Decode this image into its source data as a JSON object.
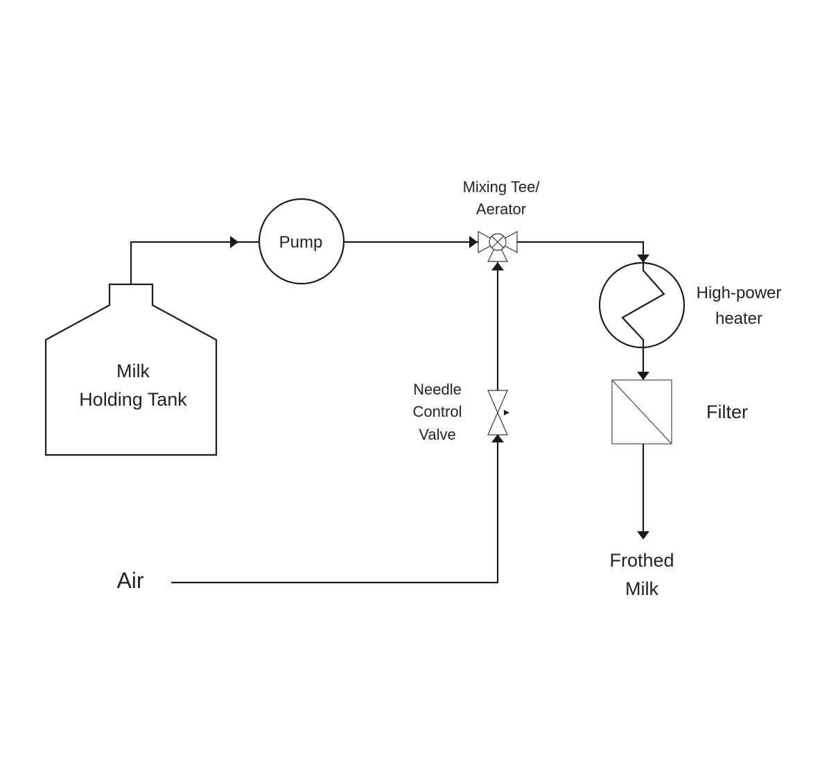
{
  "diagram": {
    "tank_label_line1": "Milk",
    "tank_label_line2": "Holding Tank",
    "pump_label": "Pump",
    "mixing_tee_line1": "Mixing Tee/",
    "mixing_tee_line2": "Aerator",
    "heater_line1": "High-power",
    "heater_line2": "heater",
    "valve_line1": "Needle",
    "valve_line2": "Control",
    "valve_line3": "Valve",
    "filter_label": "Filter",
    "output_line1": "Frothed",
    "output_line2": "Milk",
    "air_label": "Air"
  }
}
